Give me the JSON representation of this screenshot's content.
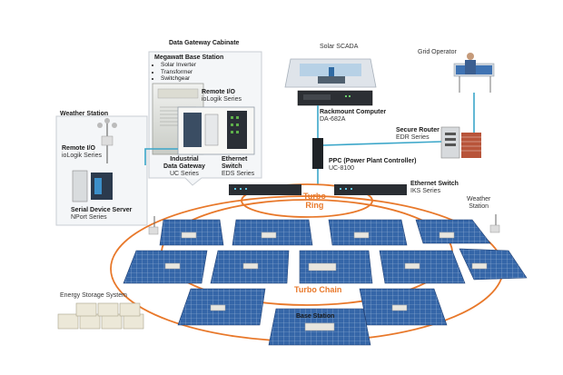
{
  "labels": {
    "data_gateway_cabinet": "Data Gateway Cabinate",
    "megawatt_base_station": "Megawatt Base Station",
    "megawatt_items": [
      "Solar Inverter",
      "Transformer",
      "Switchgear"
    ],
    "remote_io_top": {
      "title": "Remote I/O",
      "sub": "ioLogik Series"
    },
    "weather_station_left": "Weather Station",
    "remote_io_left": {
      "title": "Remote I/O",
      "sub": "ioLogik Series"
    },
    "industrial_gateway": {
      "title_1": "Industrial",
      "title_2": "Data Gateway",
      "sub": "UC Series"
    },
    "ethernet_switch_eds": {
      "title_1": "Ethernet",
      "title_2": "Switch",
      "sub": "EDS Series"
    },
    "serial_device_server": {
      "title": "Serial Device Server",
      "sub": "NPort Series"
    },
    "solar_scada": "Solar SCADA",
    "rackmount_computer": {
      "title": "Rackmount Computer",
      "sub": "DA-682A"
    },
    "grid_operator": "Grid Operator",
    "secure_router": {
      "title": "Secure Router",
      "sub": "EDR Series"
    },
    "ppc": {
      "title": "PPC (Power Plant Controller)",
      "sub": "UC-8100"
    },
    "ethernet_switch_iks": {
      "title": "Ethernet Switch",
      "sub": "IKS Series"
    },
    "weather_station_right": {
      "line1": "Weather",
      "line2": "Station"
    },
    "turbo_ring": {
      "line1": "Turbo",
      "line2": "Ring"
    },
    "turbo_chain": "Turbo Chain",
    "energy_storage": "Energy Storage System",
    "base_station": "Base Station"
  },
  "colors": {
    "ring": "#e8782a",
    "link": "#3aa6c9",
    "panel": "#2f5d9e",
    "panel_dark": "#1f3f73",
    "callout_border": "#c8cdd3"
  }
}
